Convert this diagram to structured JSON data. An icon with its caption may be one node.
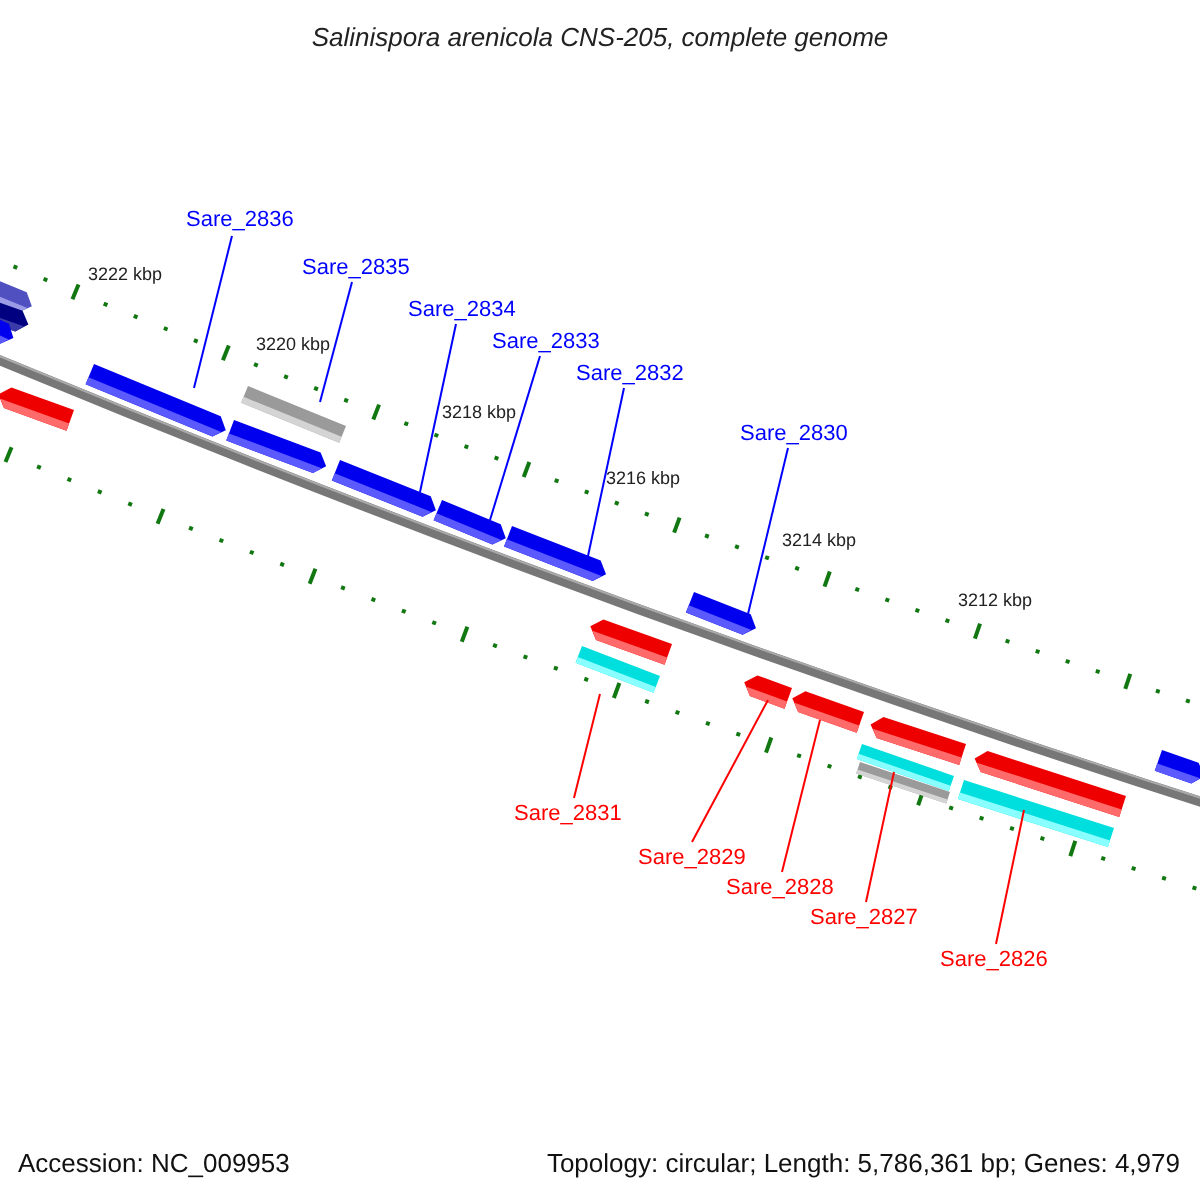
{
  "diagram": {
    "title": "Salinispora arenicola CNS-205, complete genome",
    "nodes": [
      {
        "text": [
          "Sare_2836"
        ]
      },
      {
        "text": [
          "Sare_2835"
        ]
      },
      {
        "text": [
          "Sare_2834"
        ]
      },
      {
        "text": [
          "Sare_2833"
        ]
      },
      {
        "text": [
          "Sare_2832"
        ]
      },
      {
        "text": [
          "Sare_2830"
        ]
      },
      {
        "text": [
          "Sare_2831"
        ]
      },
      {
        "text": [
          "Sare_2829"
        ]
      },
      {
        "text": [
          "Sare_2828"
        ]
      },
      {
        "text": [
          "Sare_2827"
        ]
      },
      {
        "text": [
          "Sare_2826"
        ]
      },
      {
        "text": [],
        "shape": "bar"
      },
      {
        "text": [],
        "shape": "bar"
      },
      {
        "text": [],
        "shape": "bar"
      },
      {
        "text": [],
        "shape": "bar"
      },
      {
        "text": [],
        "shape": "bar"
      },
      {
        "text": [],
        "shape": "bar"
      },
      {
        "text": [],
        "shape": "bar"
      },
      {
        "text": [],
        "shape": "bar"
      },
      {
        "text": [],
        "shape": "bar"
      },
      {
        "text": [],
        "shape": "bar"
      },
      {
        "text": [],
        "shape": "bar"
      },
      {
        "text": [],
        "shape": "bar"
      },
      {
        "text": [],
        "shape": "bar"
      },
      {
        "text": [],
        "shape": "bar"
      },
      {
        "text": [],
        "shape": "bar"
      },
      {
        "text": [],
        "shape": "bar"
      },
      {
        "text": [],
        "shape": "bar"
      },
      {
        "text": [],
        "shape": "bar"
      },
      {
        "text": [],
        "shape": "bar"
      },
      {
        "text": [],
        "shape": "bar"
      },
      {
        "text": [],
        "shape": "bar"
      }
    ],
    "edges": [
      {
        "from": 0,
        "to": 15,
        "arrow": "none"
      },
      {
        "from": 1,
        "to": 17,
        "arrow": "none"
      },
      {
        "from": 2,
        "to": 18,
        "arrow": "none"
      },
      {
        "from": 3,
        "to": 19,
        "arrow": "none"
      },
      {
        "from": 4,
        "to": 20,
        "arrow": "none"
      },
      {
        "from": 5,
        "to": 23,
        "arrow": "none"
      },
      {
        "from": 6,
        "to": 21,
        "arrow": "none",
        "color": "#ff0000"
      },
      {
        "from": 7,
        "to": 24,
        "arrow": "none",
        "color": "#ff0000"
      },
      {
        "from": 8,
        "to": 25,
        "arrow": "none",
        "color": "#ff0000"
      },
      {
        "from": 9,
        "to": 27,
        "arrow": "none",
        "color": "#ff0000"
      },
      {
        "from": 10,
        "to": 29,
        "arrow": "none",
        "color": "#ff0000"
      }
    ],
    "labels": [
      "3222 kbp",
      "3220 kbp",
      "3218 kbp",
      "3216 kbp",
      "3214 kbp",
      "3212 kbp",
      "Accession: NC_009953",
      "Topology: circular; Length: 5,786,361 bp; Genes: 4,979"
    ]
  }
}
